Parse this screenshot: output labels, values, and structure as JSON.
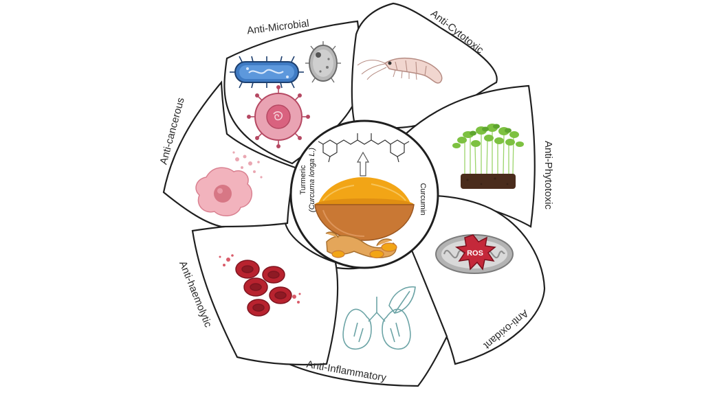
{
  "diagram": {
    "petals": [
      {
        "id": "anti-microbial",
        "label": "Anti-Microbial"
      },
      {
        "id": "anti-cytotoxic",
        "label": "Anti-Cytotoxic"
      },
      {
        "id": "anti-phytotoxic",
        "label": "Anti-Phytotoxic"
      },
      {
        "id": "anti-oxidant",
        "label": "Anti-oxidant"
      },
      {
        "id": "anti-inflammatory",
        "label": "Anti-Inflammatory"
      },
      {
        "id": "anti-haemolytic",
        "label": "Anti-haemolytic"
      },
      {
        "id": "anti-cancerous",
        "label": "Anti-cancerous"
      }
    ],
    "center": {
      "left_label_line1": "Turmeric",
      "left_label_line2": "(Curcuma longa L.)",
      "right_label": "Curcumin"
    },
    "icons": {
      "ros_label": "ROS"
    },
    "colors": {
      "outline": "#1f1f1f",
      "turmeric": "#f2a516",
      "bowl": "#c97834",
      "bacteria": "#3f7bc4",
      "virus": "#d96a86",
      "blood": "#b8232f",
      "ros_star": "#c4283a",
      "lung": "#6ca4a6",
      "soil": "#4a2c1c",
      "sprout": "#7dc141"
    }
  }
}
